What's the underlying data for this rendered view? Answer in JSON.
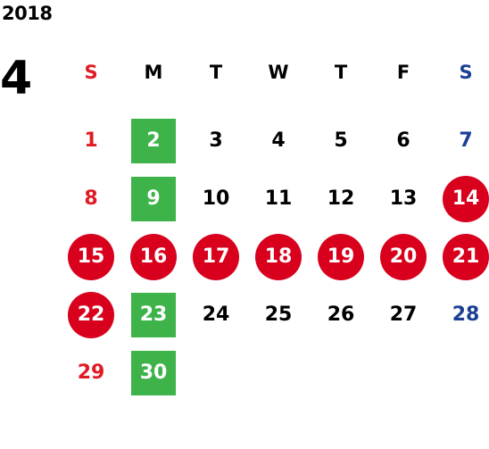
{
  "year": "2018",
  "month": "4",
  "colors": {
    "sunday": "#e01b24",
    "saturday": "#1c3f94",
    "holiday_circle": "#d8001c",
    "green_square": "#3db34a"
  },
  "weekdays": [
    "S",
    "M",
    "T",
    "W",
    "T",
    "F",
    "S"
  ],
  "days": [
    [
      "1",
      "2",
      "3",
      "4",
      "5",
      "6",
      "7"
    ],
    [
      "8",
      "9",
      "10",
      "11",
      "12",
      "13",
      "14"
    ],
    [
      "15",
      "16",
      "17",
      "18",
      "19",
      "20",
      "21"
    ],
    [
      "22",
      "23",
      "24",
      "25",
      "26",
      "27",
      "28"
    ],
    [
      "29",
      "30",
      "",
      "",
      "",
      "",
      ""
    ]
  ],
  "marks": {
    "circle": [
      "14",
      "15",
      "16",
      "17",
      "18",
      "19",
      "20",
      "21",
      "22"
    ],
    "square": [
      "2",
      "9",
      "23",
      "30"
    ]
  }
}
